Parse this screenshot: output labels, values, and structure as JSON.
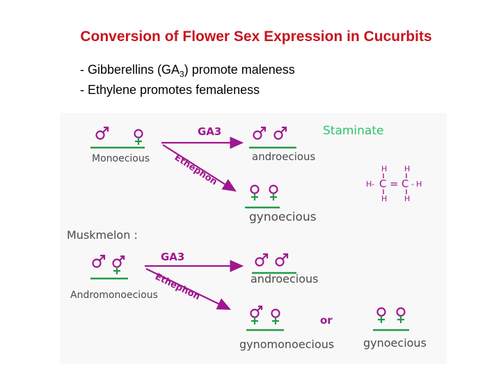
{
  "title": "Conversion of Flower Sex Expression in Cucurbits",
  "bullets": {
    "b1_pre": "- Gibberellins (GA",
    "b1_sub": "3",
    "b1_post": ") promote maleness",
    "b2": "- Ethylene promotes femaleness"
  },
  "diagram": {
    "monoecious": "Monoecious",
    "ga3": "GA3",
    "ethephon": "Ethephon",
    "andro1": "androecious",
    "staminate": "Staminate",
    "gyno1": "gynoecious",
    "muskmelon": "Muskmelon :",
    "andromono": "Andromonoecious",
    "andro2": "androecious",
    "gynomono": "gynomonoecious",
    "or": "or",
    "gyno2": "gynoecious",
    "ethylene_h": "H",
    "ethylene_c": "C",
    "ethylene_dash": "-",
    "ethylene_eq": "="
  },
  "colors": {
    "title": "#c8141e",
    "green": "#1f9a46",
    "staminate_green": "#2fc26a",
    "purple": "#a0168f",
    "text_gray": "#4a4a4a",
    "background": "#f8f8f8"
  },
  "icons": [
    "male-symbol-icon",
    "female-symbol-icon",
    "hermaphrodite-symbol-icon"
  ]
}
